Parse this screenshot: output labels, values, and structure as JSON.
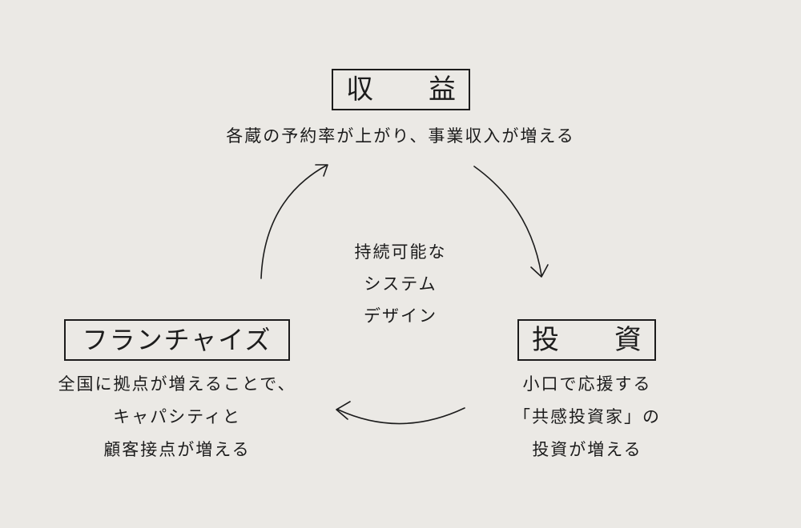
{
  "revenue": {
    "title_chars": [
      "収",
      "益"
    ],
    "description": "各蔵の予約率が上がり、事業収入が増える"
  },
  "investment": {
    "title_chars": [
      "投",
      "資"
    ],
    "description_lines": [
      "小口で応援する",
      "「共感投資家」の",
      "投資が増える"
    ]
  },
  "franchise": {
    "title": "フランチャイズ",
    "description_lines": [
      "全国に拠点が増えることで、",
      "キャパシティと",
      "顧客接点が増える"
    ]
  },
  "center": {
    "lines": [
      "持続可能な",
      "システム",
      "デザイン"
    ]
  },
  "colors": {
    "background": "#ebe9e5",
    "ink": "#1c1c1c"
  }
}
